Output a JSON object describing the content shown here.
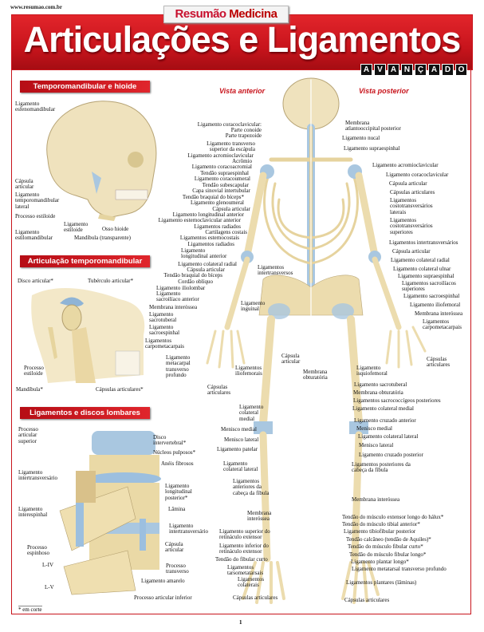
{
  "header": {
    "url": "www.resumao.com.br",
    "brand_part1": "Resumão",
    "brand_part2": "Medicina",
    "title": "Articulações e Ligamentos",
    "level_letters": [
      "A",
      "V",
      "A",
      "N",
      "Ç",
      "A",
      "D",
      "O"
    ]
  },
  "colors": {
    "accent": "#c8141c",
    "bone": "#ecdcae",
    "ligament": "#a9c7e0"
  },
  "sections": {
    "tmj_hyoid": {
      "title": "Temporomandibular e hioide",
      "labels": [
        "Ligamento\nesfenomandibular",
        "Cápsula\narticular",
        "Ligamento\ntemporomandibular\nlateral",
        "Processo estiloide",
        "Ligamento\nestilomandibular",
        "Ligamento\nestiloide",
        "Osso hioide",
        "Mandíbula (transparente)"
      ]
    },
    "tmj": {
      "title": "Articulação temporomandibular",
      "labels": [
        "Disco articular*",
        "Tubérculo articular*",
        "Processo\nestiloide",
        "Mandíbula*",
        "Cápsulas articulares*"
      ]
    },
    "lumbar": {
      "title": "Ligamentos e discos lombares",
      "labels": [
        "Processo\narticular\nsuperior",
        "Disco\nintervertebral*",
        "Núcleos pulposos*",
        "Anéis fibrosos",
        "Ligamento\nintertransversário",
        "Ligamento\nlongitudinal\nposterior*",
        "Ligamento\ninterespinhal",
        "Lâmina",
        "Ligamento\nintertransversário",
        "Cápsula\narticular",
        "Processo\nespinhoso",
        "L-IV",
        "Processo\ntransverso",
        "Ligamento amarelo",
        "L-V",
        "Processo articular inferior"
      ],
      "footnote": "* em corte"
    },
    "anterior": {
      "title": "Vista anterior",
      "labels": [
        "Ligamento coracoclavicular:",
        "Parte conoide",
        "Parte trapezoide",
        "Ligamento transverso\nsuperior da escápula",
        "Ligamento acromioclavicular",
        "Acrômio",
        "Ligamento coracoacromial",
        "Tendão supraespinhal",
        "Ligamento coracoumeral",
        "Tendão subescapular",
        "Capa sinovial intertubular",
        "Tendão braquial do bíceps*",
        "Ligamento glenoumeral",
        "Cápsula articular",
        "Ligamento longitudinal anterior",
        "Ligamento esternoclavicular anterior",
        "Ligamentos radiados",
        "Cartilagens costais",
        "Ligamentos esternocostais",
        "Ligamentos radiados",
        "Ligamento\nlongitudinal anterior",
        "Ligamento colateral radial",
        "Cápsula articular",
        "Tendão braquial do bíceps",
        "Cordão oblíquo",
        "Ligamento iliolombar",
        "Ligamento\nsacroilíaco anterior",
        "Membrana interóssea",
        "Ligamento\nsacrotuberal",
        "Ligamento\nsacroespinhal",
        "Ligamentos\ncarpometacarpais",
        "Ligamento\nmetacarpal\ntransverso\nprofundo",
        "Cápsulas\narticulares",
        "Ligamentos\niliofemorais",
        "Ligamento\ninguinal",
        "Ligamentos\nintertransversos",
        "Cápsula\narticular",
        "Membrana\nobturatória",
        "Ligamento\ncolateral\nmedial",
        "Menisco medial",
        "Menisco lateral",
        "Ligamento patelar",
        "Ligamento\ncolateral lateral",
        "Ligamentos\nanteriores da\ncabeça da fíbula",
        "Membrana\ninteróssea",
        "Ligamento superior do\nretináculo extensor",
        "Ligamento inferior do\nretináculo extensor",
        "Tendão do fibular curto",
        "Ligamentos\ntarsometatarsais",
        "Ligamentos\ncolaterais",
        "Cápsulas articulares"
      ]
    },
    "posterior": {
      "title": "Vista posterior",
      "labels": [
        "Membrana\natlantooccipital posterior",
        "Ligamento nucal",
        "Ligamento supraespinhal",
        "Ligamento acromioclavicular",
        "Ligamento coracoclavicular",
        "Cápsula articular",
        "Cápsulas articulares",
        "Ligamentos\ncostotransversários\nlaterais",
        "Ligamentos\ncostotransversários\nsuperiores",
        "Ligamentos intertransversários",
        "Cápsula articular",
        "Ligamento colateral radial",
        "Ligamento colateral ulnar",
        "Ligamento supraespinhal",
        "Ligamentos sacroilíacos\nsuperiores",
        "Ligamento sacroespinhal",
        "Ligamento iliofemoral",
        "Membrana interóssea",
        "Ligamentos\ncarpometacarpais",
        "Cápsulas\narticulares",
        "Ligamento\nisquiofemoral",
        "Ligamento sacrotuberal",
        "Membrana obturatória",
        "Ligamentos sacrococcígeos posteriores",
        "Ligamento colateral medial",
        "Ligamento cruzado anterior",
        "Menisco medial",
        "Ligamento colateral lateral",
        "Menisco lateral",
        "Ligamento cruzado posterior",
        "Ligamentos posteriores da\ncabeça da fíbula",
        "Membrana interóssea",
        "Tendão do músculo extensor longo do hálux*",
        "Tendão do músculo tibial anterior*",
        "Ligamento tibiofibular posterior",
        "Tendão calcâneo (tendão de Aquiles)*",
        "Tendão do músculo fibular curto*",
        "Tendão do músculo fibular longo*",
        "Ligamento plantar longo*",
        "Ligamento metatarsal transverso profundo",
        "Ligamentos plantares (lâminas)",
        "Cápsulas articulares"
      ]
    }
  },
  "footer": {
    "page": "1"
  }
}
